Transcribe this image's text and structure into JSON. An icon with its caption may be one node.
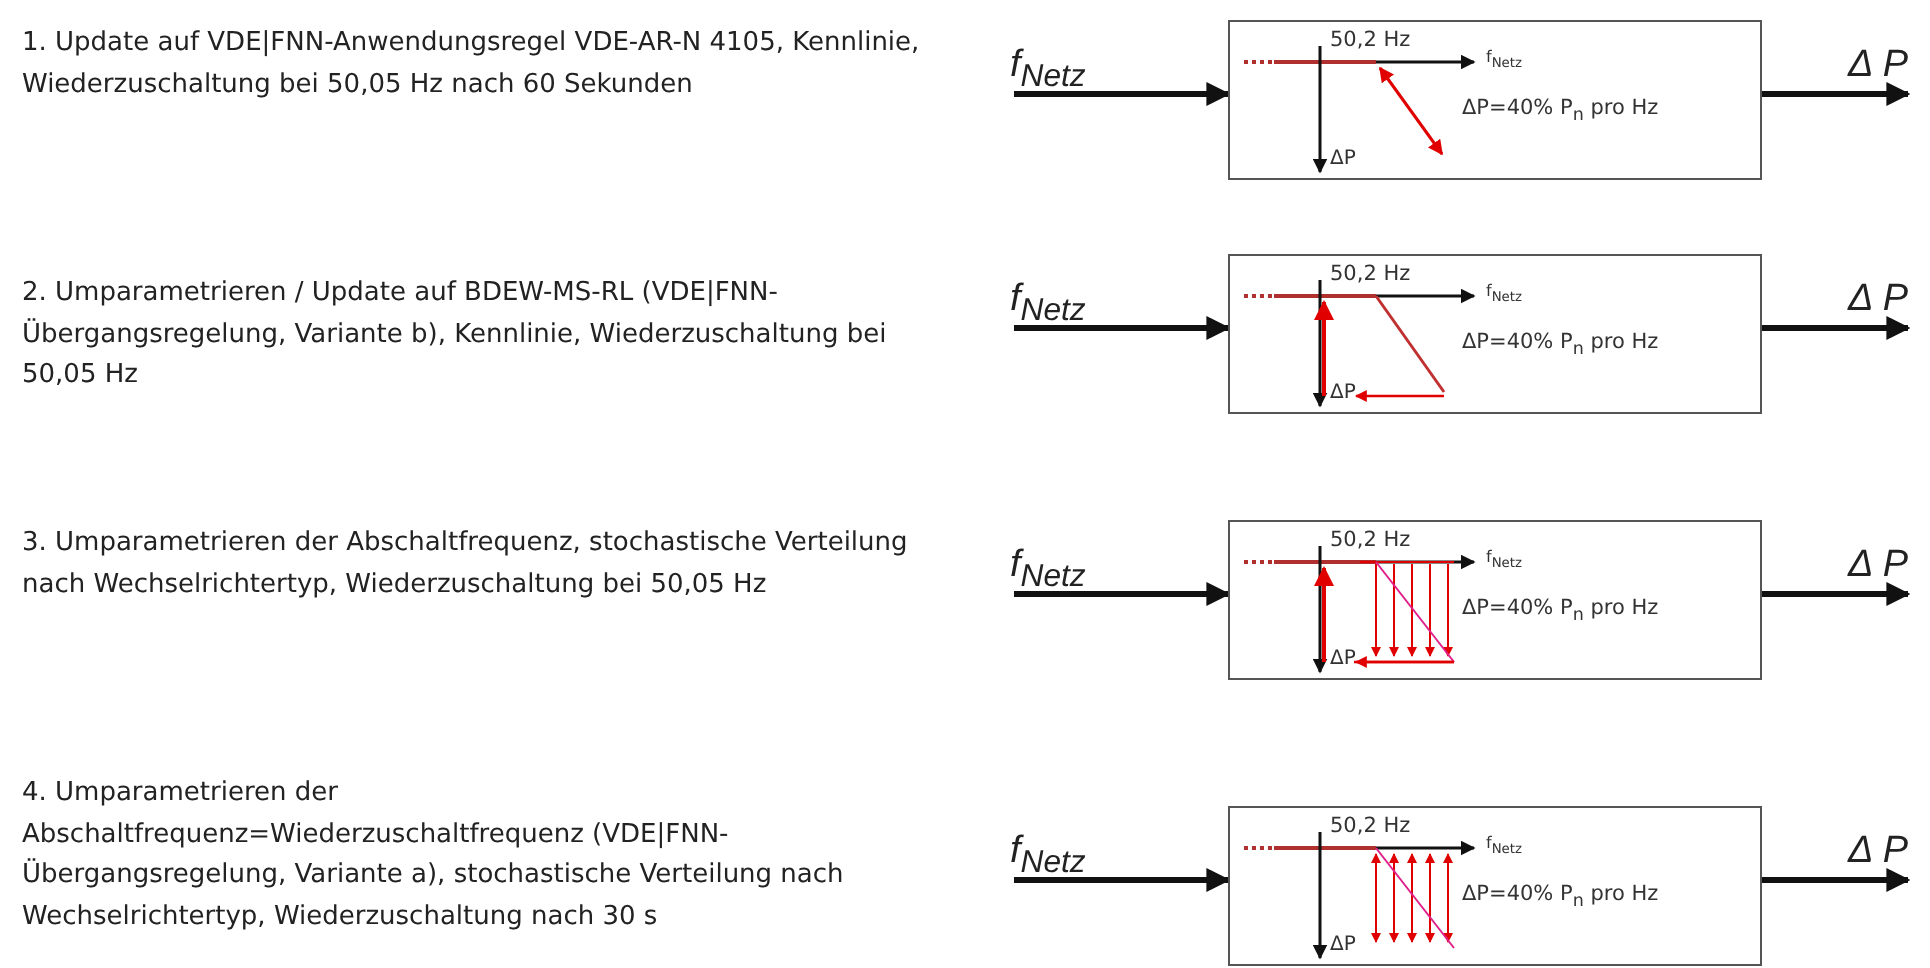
{
  "diagram": {
    "nodes": [
      {
        "text": [
          "f$_{Netz}$"
        ]
      },
      {
        "text": [
          "50,2 Hz",
          "f$_{Netz}$",
          "ΔP=40% P$_{n}$ pro Hz",
          "ΔP"
        ]
      },
      {
        "text": [
          "Δ P"
        ]
      },
      {
        "text": [
          "f$_{Netz}$"
        ]
      },
      {
        "text": [
          "50,2 Hz",
          "f$_{Netz}$",
          "ΔP=40% P$_{n}$ pro Hz",
          "ΔP"
        ]
      },
      {
        "text": [
          "Δ P"
        ]
      },
      {
        "text": [
          "f$_{Netz}$"
        ]
      },
      {
        "text": [
          "50,2 Hz",
          "f$_{Netz}$",
          "ΔP=40% P$_{n}$ pro Hz",
          "ΔP"
        ]
      },
      {
        "text": [
          "Δ P"
        ]
      },
      {
        "text": [
          "f$_{Netz}$"
        ]
      },
      {
        "text": [
          "50,2 Hz",
          "f$_{Netz}$",
          "ΔP=40% P$_{n}$ pro Hz",
          "ΔP"
        ]
      },
      {
        "text": [
          "Δ P"
        ]
      }
    ],
    "edges": [
      {
        "from": 0,
        "to": 1,
        "arrow": "to"
      },
      {
        "from": 1,
        "to": 2,
        "arrow": "to"
      },
      {
        "from": 3,
        "to": 4,
        "arrow": "to"
      },
      {
        "from": 4,
        "to": 5,
        "arrow": "to"
      },
      {
        "from": 6,
        "to": 7,
        "arrow": "to"
      },
      {
        "from": 7,
        "to": 8,
        "arrow": "to"
      },
      {
        "from": 9,
        "to": 10,
        "arrow": "to"
      },
      {
        "from": 10,
        "to": 11,
        "arrow": "to"
      }
    ],
    "labels": [
      "1. Update auf VDE|FNN-Anwendungsregel VDE-AR-N 4105, Kennlinie, Wiederzuschaltung bei 50,05 Hz nach 60 Sekunden",
      "2. Umparametrieren / Update auf BDEW-MS-RL (VDE|FNN-Übergangsregelung, Variante b), Kennlinie, Wiederzuschaltung bei 50,05 Hz",
      "3. Umparametrieren der Abschaltfrequenz, stochastische Verteilung nach Wechselrichtertyp, Wiederzuschaltung bei 50,05 Hz",
      "4. Umparametrieren der Abschaltfrequenz=Wiederzuschaltfrequenz (VDE|FNN-Übergangsregelung, Variante a), stochastische Verteilung nach Wechselrichtertyp, Wiederzuschaltung nach 30 s"
    ]
  }
}
